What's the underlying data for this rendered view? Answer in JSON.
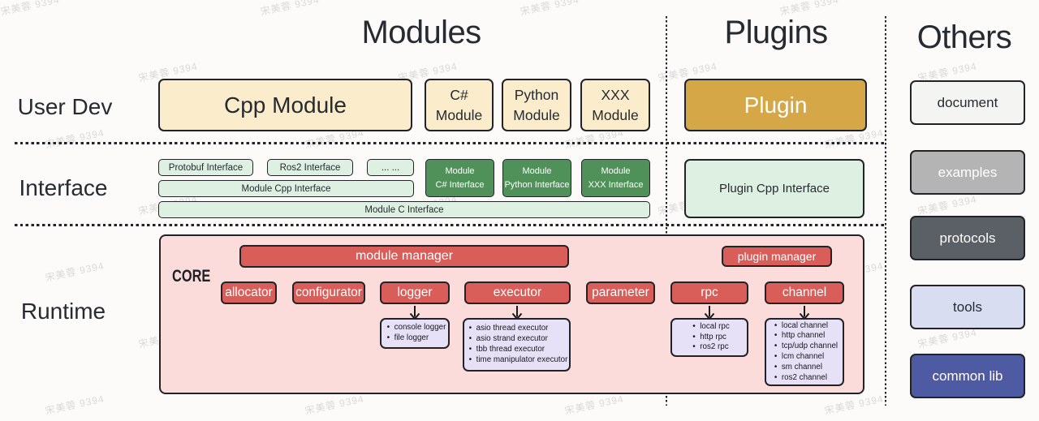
{
  "watermark": {
    "text": "宋美蓉 9394"
  },
  "colors": {
    "ink": "#262b31",
    "line": "#212326",
    "cream": "#fbeccb",
    "gold": "#d5a746",
    "lgreen": "#def0e1",
    "dgreen": "#4f9159",
    "pink": "#fcdcda",
    "red": "#d95e5a",
    "lav": "#e7e1f8",
    "doc-gray": "#f4f4f2",
    "examples-gray": "#b4b4b4",
    "protocols-gray": "#5b5f66",
    "tools-lav": "#d9ddf2",
    "commonlib-indigo": "#4e5ba3"
  },
  "headers": {
    "modules": "Modules",
    "plugins": "Plugins",
    "others": "Others"
  },
  "rows": {
    "user_dev": "User Dev",
    "interface": "Interface",
    "runtime": "Runtime"
  },
  "modules": {
    "cpp_module": "Cpp Module",
    "csharp_module": {
      "line1": "C#",
      "line2": "Module"
    },
    "python_module": {
      "line1": "Python",
      "line2": "Module"
    },
    "xxx_module": {
      "line1": "XXX",
      "line2": "Module"
    }
  },
  "plugins": {
    "plugin": "Plugin",
    "plugin_cpp_interface": "Plugin Cpp Interface"
  },
  "interface": {
    "protobuf": "Protobuf Interface",
    "ros2": "Ros2 Interface",
    "dots": "... ...",
    "module_cpp": "Module Cpp Interface",
    "module_c": "Module C Interface",
    "csharp": {
      "line1": "Module",
      "line2": "C# Interface"
    },
    "python": {
      "line1": "Module",
      "line2": "Python Interface"
    },
    "xxx": {
      "line1": "Module",
      "line2": "XXX Interface"
    }
  },
  "runtime": {
    "core": "CORE",
    "module_manager": "module manager",
    "plugin_manager": "plugin manager",
    "components": {
      "allocator": "allocator",
      "configurator": "configurator",
      "logger": "logger",
      "executor": "executor",
      "parameter": "parameter",
      "rpc": "rpc",
      "channel": "channel"
    },
    "logger_items": [
      "console logger",
      "file logger"
    ],
    "executor_items": [
      "asio thread executor",
      "asio strand executor",
      "tbb thread executor",
      "time manipulator executor"
    ],
    "rpc_items": [
      "local rpc",
      "http rpc",
      "ros2 rpc"
    ],
    "channel_items": [
      "local channel",
      "http channel",
      "tcp/udp channel",
      "lcm channel",
      "sm channel",
      "ros2 channel"
    ]
  },
  "others": {
    "document": "document",
    "examples": "examples",
    "protocols": "protocols",
    "tools": "tools",
    "common_lib": "common lib"
  }
}
